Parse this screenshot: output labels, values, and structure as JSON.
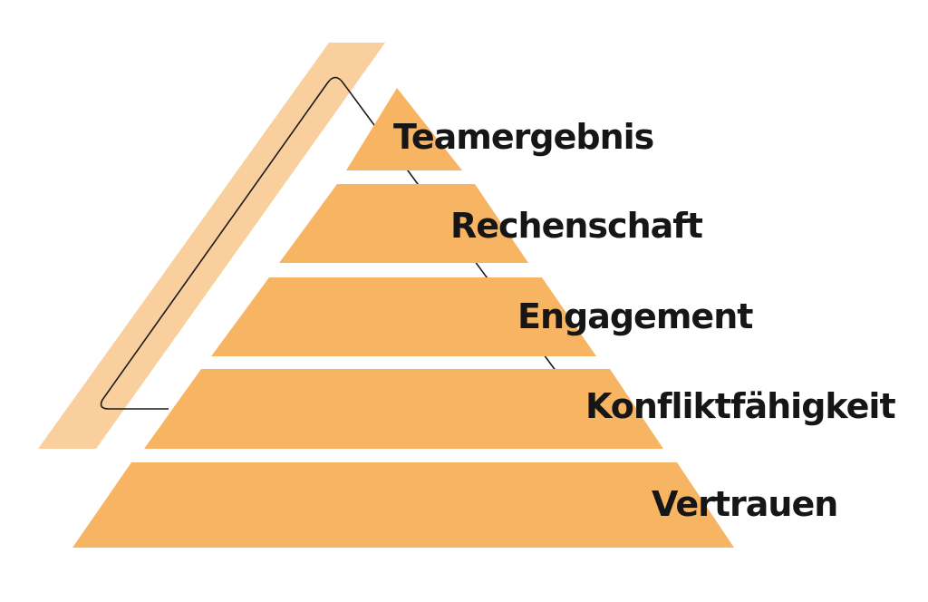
{
  "colors": {
    "tier": "#F7B563",
    "side_band": "#F9CF9E",
    "outline": "#1a1a1a",
    "text": "#161616"
  },
  "tiers": [
    {
      "label": "Teamergebnis"
    },
    {
      "label": "Rechenschaft"
    },
    {
      "label": "Engagement"
    },
    {
      "label": "Konfliktfähigkeit"
    },
    {
      "label": "Vertrauen"
    }
  ]
}
